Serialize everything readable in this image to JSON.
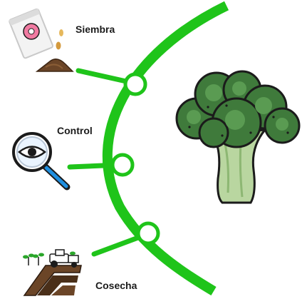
{
  "stages": [
    {
      "label": "Siembra",
      "icon": "seed-packet-icon"
    },
    {
      "label": "Control",
      "icon": "magnifier-eye-icon"
    },
    {
      "label": "Cosecha",
      "icon": "tractor-field-icon"
    }
  ],
  "main_image": {
    "icon": "broccoli-icon"
  },
  "colors": {
    "arc": "#1fc41a",
    "node_fill": "#ffffff",
    "broccoli_dark": "#3f7a3b",
    "broccoli_mid": "#5a9b52",
    "stem": "#b9d6a0",
    "outline": "#1b1b1b",
    "soil": "#6b4527",
    "seed_pink": "#f07aa1"
  }
}
